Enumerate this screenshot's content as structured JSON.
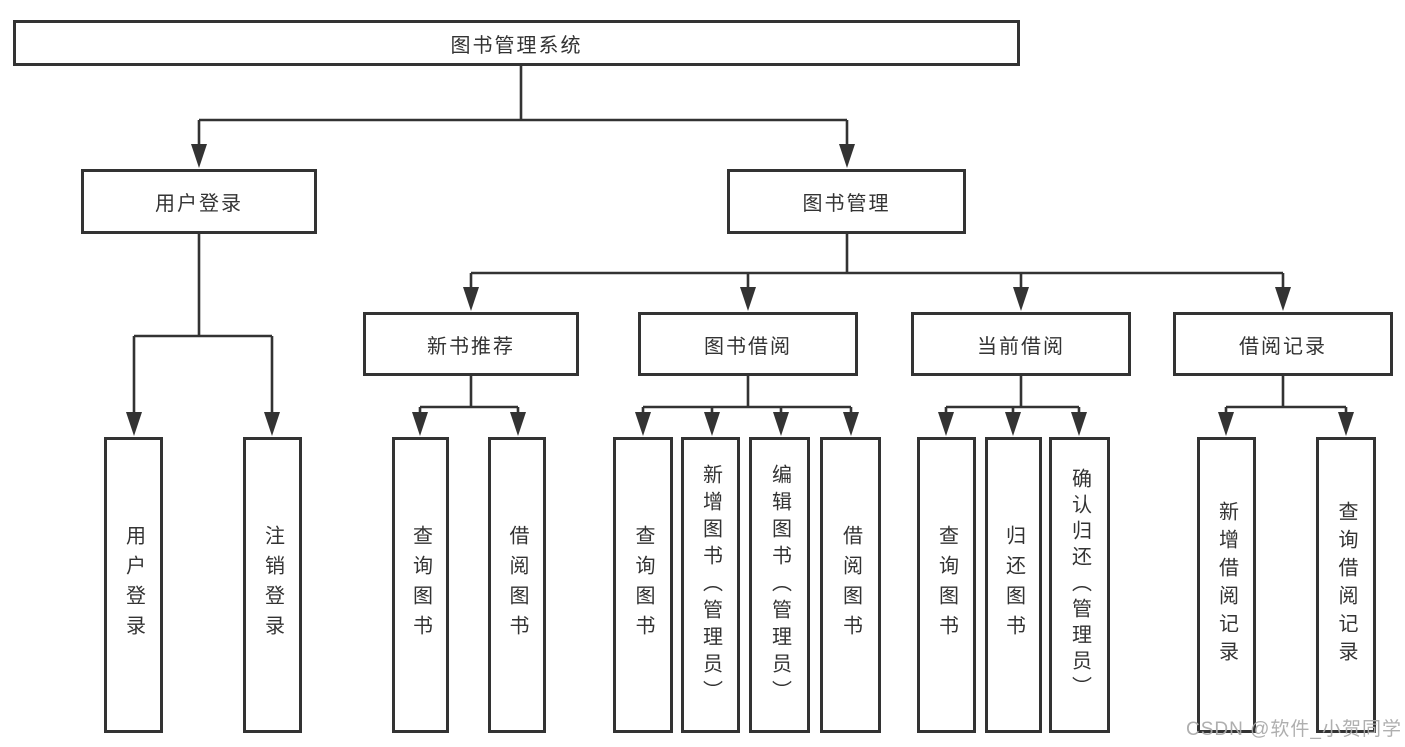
{
  "diagram_title": "图书管理系统",
  "nodes": {
    "root": "图书管理系统",
    "l2_user_login": "用户登录",
    "l2_book_mgmt": "图书管理",
    "l3_new_book": "新书推荐",
    "l3_book_borrow": "图书借阅",
    "l3_current_borrow": "当前借阅",
    "l3_borrow_records": "借阅记录",
    "l4_user_login": "用户登录",
    "l4_logout": "注销登录",
    "l4_nb_query": "查询图书",
    "l4_nb_borrow": "借阅图书",
    "l4_bb_query": "查询图书",
    "l4_bb_add": "新增图书（管理员）",
    "l4_bb_edit": "编辑图书（管理员）",
    "l4_bb_borrow": "借阅图书",
    "l4_cb_query": "查询图书",
    "l4_cb_return": "归还图书",
    "l4_cb_confirm": "确认归还（管理员）",
    "l4_br_add": "新增借阅记录",
    "l4_br_query": "查询借阅记录"
  },
  "hierarchy": {
    "root": "图书管理系统",
    "children": [
      {
        "label": "用户登录",
        "children": [
          {
            "label": "用户登录"
          },
          {
            "label": "注销登录"
          }
        ]
      },
      {
        "label": "图书管理",
        "children": [
          {
            "label": "新书推荐",
            "children": [
              {
                "label": "查询图书"
              },
              {
                "label": "借阅图书"
              }
            ]
          },
          {
            "label": "图书借阅",
            "children": [
              {
                "label": "查询图书"
              },
              {
                "label": "新增图书（管理员）"
              },
              {
                "label": "编辑图书（管理员）"
              },
              {
                "label": "借阅图书"
              }
            ]
          },
          {
            "label": "当前借阅",
            "children": [
              {
                "label": "查询图书"
              },
              {
                "label": "归还图书"
              },
              {
                "label": "确认归还（管理员）"
              }
            ]
          },
          {
            "label": "借阅记录",
            "children": [
              {
                "label": "新增借阅记录"
              },
              {
                "label": "查询借阅记录"
              }
            ]
          }
        ]
      }
    ]
  },
  "watermark": "CSDN @软件_小贺同学",
  "colors": {
    "line": "#333333",
    "box_border": "#333333",
    "text": "#333333",
    "background": "#ffffff",
    "watermark": "#ababab"
  }
}
